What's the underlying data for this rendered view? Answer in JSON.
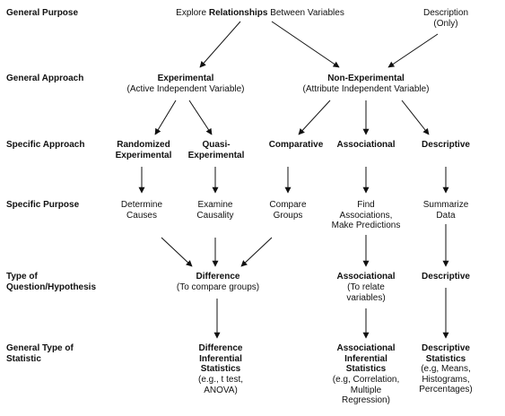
{
  "rows": {
    "general_purpose": "General Purpose",
    "general_approach": "General Approach",
    "specific_approach": "Specific Approach",
    "specific_purpose": "Specific Purpose",
    "question_type": "Type of\nQuestion/Hypothesis",
    "statistic_type": "General Type of\nStatistic"
  },
  "purpose": {
    "explore_prefix": "Explore ",
    "explore_bold": "Relationships",
    "explore_suffix": " Between Variables",
    "description": "Description\n(Only)"
  },
  "approach": {
    "experimental_title": "Experimental",
    "experimental_sub": "(Active Independent Variable)",
    "nonexperimental_title": "Non-Experimental",
    "nonexperimental_sub": "(Attribute Independent Variable)"
  },
  "specific_approach": {
    "randomized": "Randomized\nExperimental",
    "quasi": "Quasi-\nExperimental",
    "comparative": "Comparative",
    "associational": "Associational",
    "descriptive": "Descriptive"
  },
  "specific_purpose": {
    "determine": "Determine\nCauses",
    "examine": "Examine\nCausality",
    "compare": "Compare\nGroups",
    "find": "Find\nAssociations,\nMake Predictions",
    "summarize": "Summarize\nData"
  },
  "question": {
    "difference_title": "Difference",
    "difference_sub": "(To compare groups)",
    "associational_title": "Associational",
    "associational_sub": "(To relate\nvariables)",
    "descriptive_title": "Descriptive"
  },
  "statistic": {
    "difference_title": "Difference\nInferential\nStatistics",
    "difference_sub": "(e.g., t test,\nANOVA)",
    "associational_title": "Associational\nInferential\nStatistics",
    "associational_sub": "(e.g, Correlation,\nMultiple\nRegression)",
    "descriptive_title": "Descriptive\nStatistics",
    "descriptive_sub": "(e.g, Means,\nHistograms,\nPercentages)"
  }
}
